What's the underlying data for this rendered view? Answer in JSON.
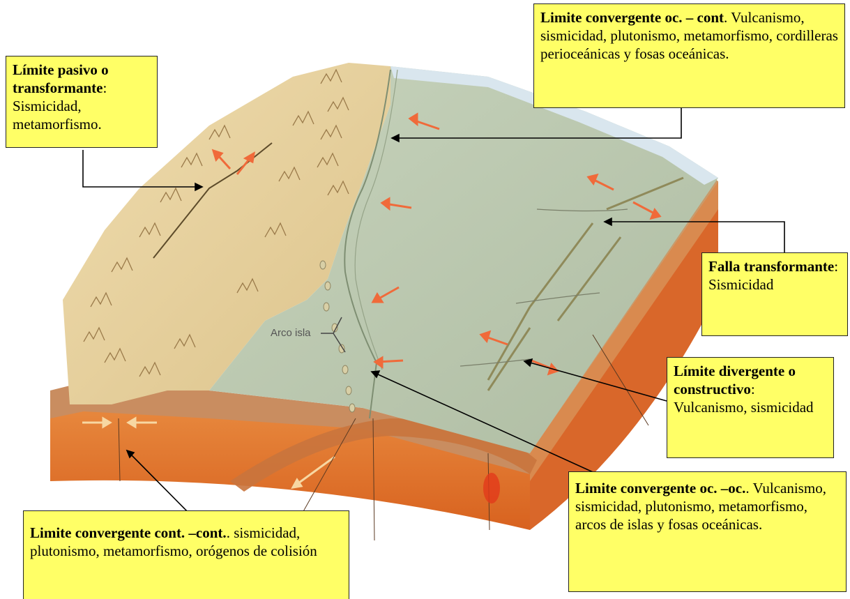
{
  "labels": {
    "pasivo": {
      "title": "Límite pasivo o transformante",
      "suffix": ":",
      "body": "Sismicidad, metamorfismo."
    },
    "occont": {
      "title": "Limite convergente oc. – cont",
      "suffix": ".",
      "body": "Vulcanismo, sismicidad, plutonismo, metamorfismo, cordilleras perioceánicas y fosas oceánicas."
    },
    "falla": {
      "title": "Falla transformante",
      "suffix": ":",
      "body": "Sismicidad"
    },
    "diverg": {
      "title": "Límite divergente o constructivo",
      "suffix": ":",
      "body": "Vulcanismo, sismicidad"
    },
    "ococ": {
      "title": "Limite convergente oc. –oc.",
      "suffix": ".",
      "body": "Vulcanismo, sismicidad, plutonismo, metamorfismo, arcos de islas y fosas oceánicas."
    },
    "contcont": {
      "title": "Limite convergente cont. –cont.",
      "suffix": ".",
      "body": "sismicidad,  plutonismo, metamorfismo,  orógenos de colisión"
    }
  },
  "diagram": {
    "arco_isla": "Arco isla"
  },
  "colors": {
    "label_bg": "#ffff66",
    "ocean": "#b9c7ad",
    "continent": "#e8d4a0",
    "mantle": "#e0742c",
    "arrow": "#f06a3a"
  }
}
